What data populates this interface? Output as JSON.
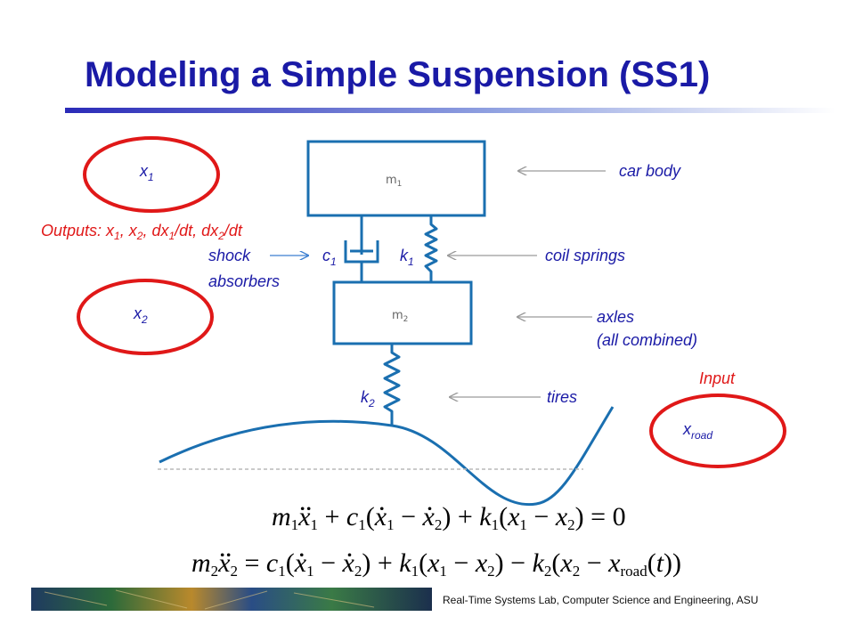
{
  "slide": {
    "title": "Modeling a Simple Suspension (SS1)",
    "footer": "Real-Time Systems Lab, Computer Science and Engineering, ASU"
  },
  "colors": {
    "title": "#1a1aa6",
    "diagram": "#1a6fb0",
    "callout": "#e01818",
    "label": "#1a1aa6",
    "arrow": "#9a9a9a"
  },
  "labels": {
    "x1": "x",
    "x1_sub": "1",
    "x2": "x",
    "x2_sub": "2",
    "xroad": "x",
    "xroad_sub": "road",
    "m1": "m",
    "m1_sub": "1",
    "m2": "m",
    "m2_sub": "2",
    "c1": "c",
    "c1_sub": "1",
    "k1": "k",
    "k1_sub": "1",
    "k2": "k",
    "k2_sub": "2",
    "shock": "shock",
    "absorbers": "absorbers",
    "car_body": "car body",
    "coil_springs": "coil springs",
    "axles": "axles",
    "all_combined": "(all combined)",
    "tires": "tires",
    "input": "Input",
    "outputs": {
      "prefix": "Outputs: ",
      "p1": "x",
      "p1s": "1",
      "sep1": ", x",
      "p2s": "2",
      "sep2": ", dx",
      "p3s": "1",
      "sep3": "/dt, dx",
      "p4s": "2",
      "end": "/dt"
    }
  },
  "equations": {
    "eq1": {
      "m": "m",
      "m_sub": "1",
      "x": "x",
      "x_sub": "1",
      "plus1": " + ",
      "c": "c",
      "c_sub": "1",
      "lp1": "(",
      "xd1": "x",
      "xd1_sub": "1",
      "minus1": " − ",
      "xd2": "x",
      "xd2_sub": "2",
      "rp1": ")",
      "plus2": " + ",
      "k": "k",
      "k_sub": "1",
      "lp2": "(",
      "xa": "x",
      "xa_sub": "1",
      "minus2": " − ",
      "xb": "x",
      "xb_sub": "2",
      "rp2": ")",
      "eq": " = ",
      "zero": "0"
    },
    "eq2": {
      "m": "m",
      "m_sub": "2",
      "x": "x",
      "x_sub": "2",
      "eqsign": " = ",
      "c": "c",
      "c_sub": "1",
      "lp1": "(",
      "xd1": "x",
      "xd1_sub": "1",
      "minus1": " − ",
      "xd2": "x",
      "xd2_sub": "2",
      "rp1": ")",
      "plus": " + ",
      "k": "k",
      "k_sub": "1",
      "lp2": "(",
      "xa": "x",
      "xa_sub": "1",
      "minus2": " − ",
      "xb": "x",
      "xb_sub": "2",
      "rp2": ")",
      "minus3": " − ",
      "k2": "k",
      "k2_sub": "2",
      "lp3": "(",
      "xc": "x",
      "xc_sub": "2",
      "minus4": " − ",
      "xr": "x",
      "xr_sub": "road",
      "lp4": "(",
      "t": "t",
      "rp4": ")",
      "rp3": ")"
    }
  }
}
